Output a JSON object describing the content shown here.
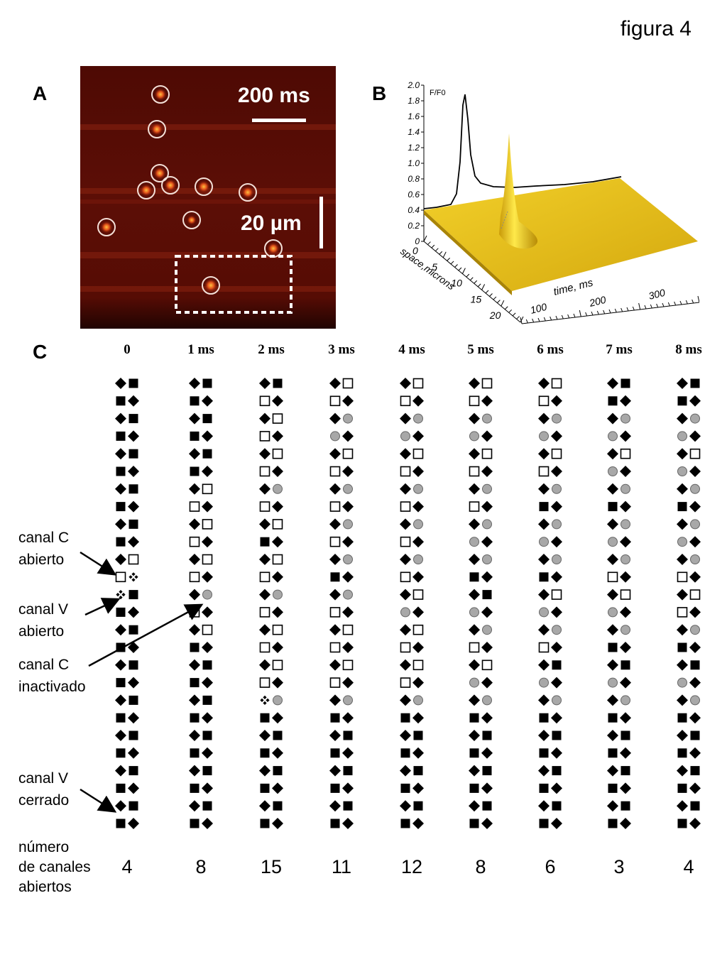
{
  "figure_title": "figura 4",
  "panel_a": {
    "letter": "A",
    "scale_time": "200 ms",
    "scale_space": "20 µm"
  },
  "panel_b": {
    "letter": "B",
    "ylabel": "F/F0",
    "y_ticks": [
      "0",
      "0.2",
      "0.4",
      "0.6",
      "0.8",
      "1.0",
      "1.2",
      "1.4",
      "1.6",
      "1.8",
      "2.0"
    ],
    "space_label": "space,microns",
    "space_ticks": [
      "0",
      "5",
      "10",
      "15",
      "20"
    ],
    "time_label": "time, ms",
    "time_ticks": [
      "100",
      "200",
      "300"
    ],
    "colors": {
      "surface": "#e8c21a",
      "surface_dark": "#b8900a",
      "peak": "#ffe94a"
    }
  },
  "panel_c": {
    "letter": "C",
    "columns": [
      {
        "time": "0",
        "count": "4",
        "rows": [
          "dF",
          "Fd",
          "dF",
          "Fd",
          "dF",
          "Fd",
          "dF",
          "Fd",
          "dF",
          "Fd",
          "dO",
          "Ox",
          "xF",
          "Fd",
          "dF",
          "Fd",
          "dF",
          "Fd",
          "dF",
          "Fd",
          "dF",
          "Fd",
          "dF",
          "Fd",
          "dF",
          "Fd"
        ]
      },
      {
        "time": "1 ms",
        "count": "8",
        "rows": [
          "dF",
          "Fd",
          "dF",
          "Fd",
          "dF",
          "Fd",
          "dO",
          "Od",
          "dO",
          "Od",
          "dO",
          "Od",
          "dg",
          "Od",
          "dO",
          "Fd",
          "dF",
          "Fd",
          "dF",
          "Fd",
          "dF",
          "Fd",
          "dF",
          "Fd",
          "dF",
          "Fd"
        ]
      },
      {
        "time": "2 ms",
        "count": "15",
        "rows": [
          "dF",
          "Od",
          "dO",
          "Od",
          "dO",
          "Od",
          "dg",
          "Od",
          "dO",
          "Fd",
          "dO",
          "Od",
          "dg",
          "Od",
          "dO",
          "Od",
          "dO",
          "Od",
          "xg",
          "Fd",
          "dF",
          "Fd",
          "dF",
          "Fd",
          "dF",
          "Fd"
        ]
      },
      {
        "time": "3 ms",
        "count": "11",
        "rows": [
          "dO",
          "Od",
          "dg",
          "gd",
          "dO",
          "Od",
          "dg",
          "Od",
          "dg",
          "Od",
          "dg",
          "Fd",
          "dg",
          "Od",
          "dO",
          "Od",
          "dO",
          "Od",
          "dg",
          "Fd",
          "dF",
          "Fd",
          "dF",
          "Fd",
          "dF",
          "Fd"
        ]
      },
      {
        "time": "4 ms",
        "count": "12",
        "rows": [
          "dO",
          "Od",
          "dg",
          "gd",
          "dO",
          "Od",
          "dg",
          "Od",
          "dg",
          "Od",
          "dg",
          "Od",
          "dO",
          "gd",
          "dO",
          "Od",
          "dO",
          "Od",
          "dg",
          "Fd",
          "dF",
          "Fd",
          "dF",
          "Fd",
          "dF",
          "Fd"
        ]
      },
      {
        "time": "5 ms",
        "count": "8",
        "rows": [
          "dO",
          "Od",
          "dg",
          "gd",
          "dO",
          "Od",
          "dg",
          "Od",
          "dg",
          "gd",
          "dg",
          "Fd",
          "dF",
          "gd",
          "dg",
          "Od",
          "dO",
          "gd",
          "dg",
          "Fd",
          "dF",
          "Fd",
          "dF",
          "Fd",
          "dF",
          "Fd"
        ]
      },
      {
        "time": "6 ms",
        "count": "6",
        "rows": [
          "dO",
          "Od",
          "dg",
          "gd",
          "dO",
          "Od",
          "dg",
          "Fd",
          "dg",
          "gd",
          "dg",
          "Fd",
          "dO",
          "gd",
          "dg",
          "Od",
          "dF",
          "gd",
          "dg",
          "Fd",
          "dF",
          "Fd",
          "dF",
          "Fd",
          "dF",
          "Fd"
        ]
      },
      {
        "time": "7 ms",
        "count": "3",
        "rows": [
          "dF",
          "Fd",
          "dg",
          "gd",
          "dO",
          "gd",
          "dg",
          "Fd",
          "dg",
          "gd",
          "dg",
          "Od",
          "dO",
          "gd",
          "dg",
          "Fd",
          "dF",
          "gd",
          "dg",
          "Fd",
          "dF",
          "Fd",
          "dF",
          "Fd",
          "dF",
          "Fd"
        ]
      },
      {
        "time": "8 ms",
        "count": "4",
        "rows": [
          "dF",
          "Fd",
          "dg",
          "gd",
          "dO",
          "gd",
          "dg",
          "Fd",
          "dg",
          "gd",
          "dg",
          "Od",
          "dO",
          "Od",
          "dg",
          "Fd",
          "dF",
          "gd",
          "dg",
          "Fd",
          "dF",
          "Fd",
          "dF",
          "Fd",
          "dF",
          "Fd"
        ]
      }
    ],
    "annotations": {
      "c_open": "canal C\nabierto",
      "v_open": "canal V\nabierto",
      "c_inactivated": "canal C\ninactivado",
      "v_closed": "canal V\ncerrado",
      "count_label": "número\nde canales\nabiertos"
    }
  }
}
